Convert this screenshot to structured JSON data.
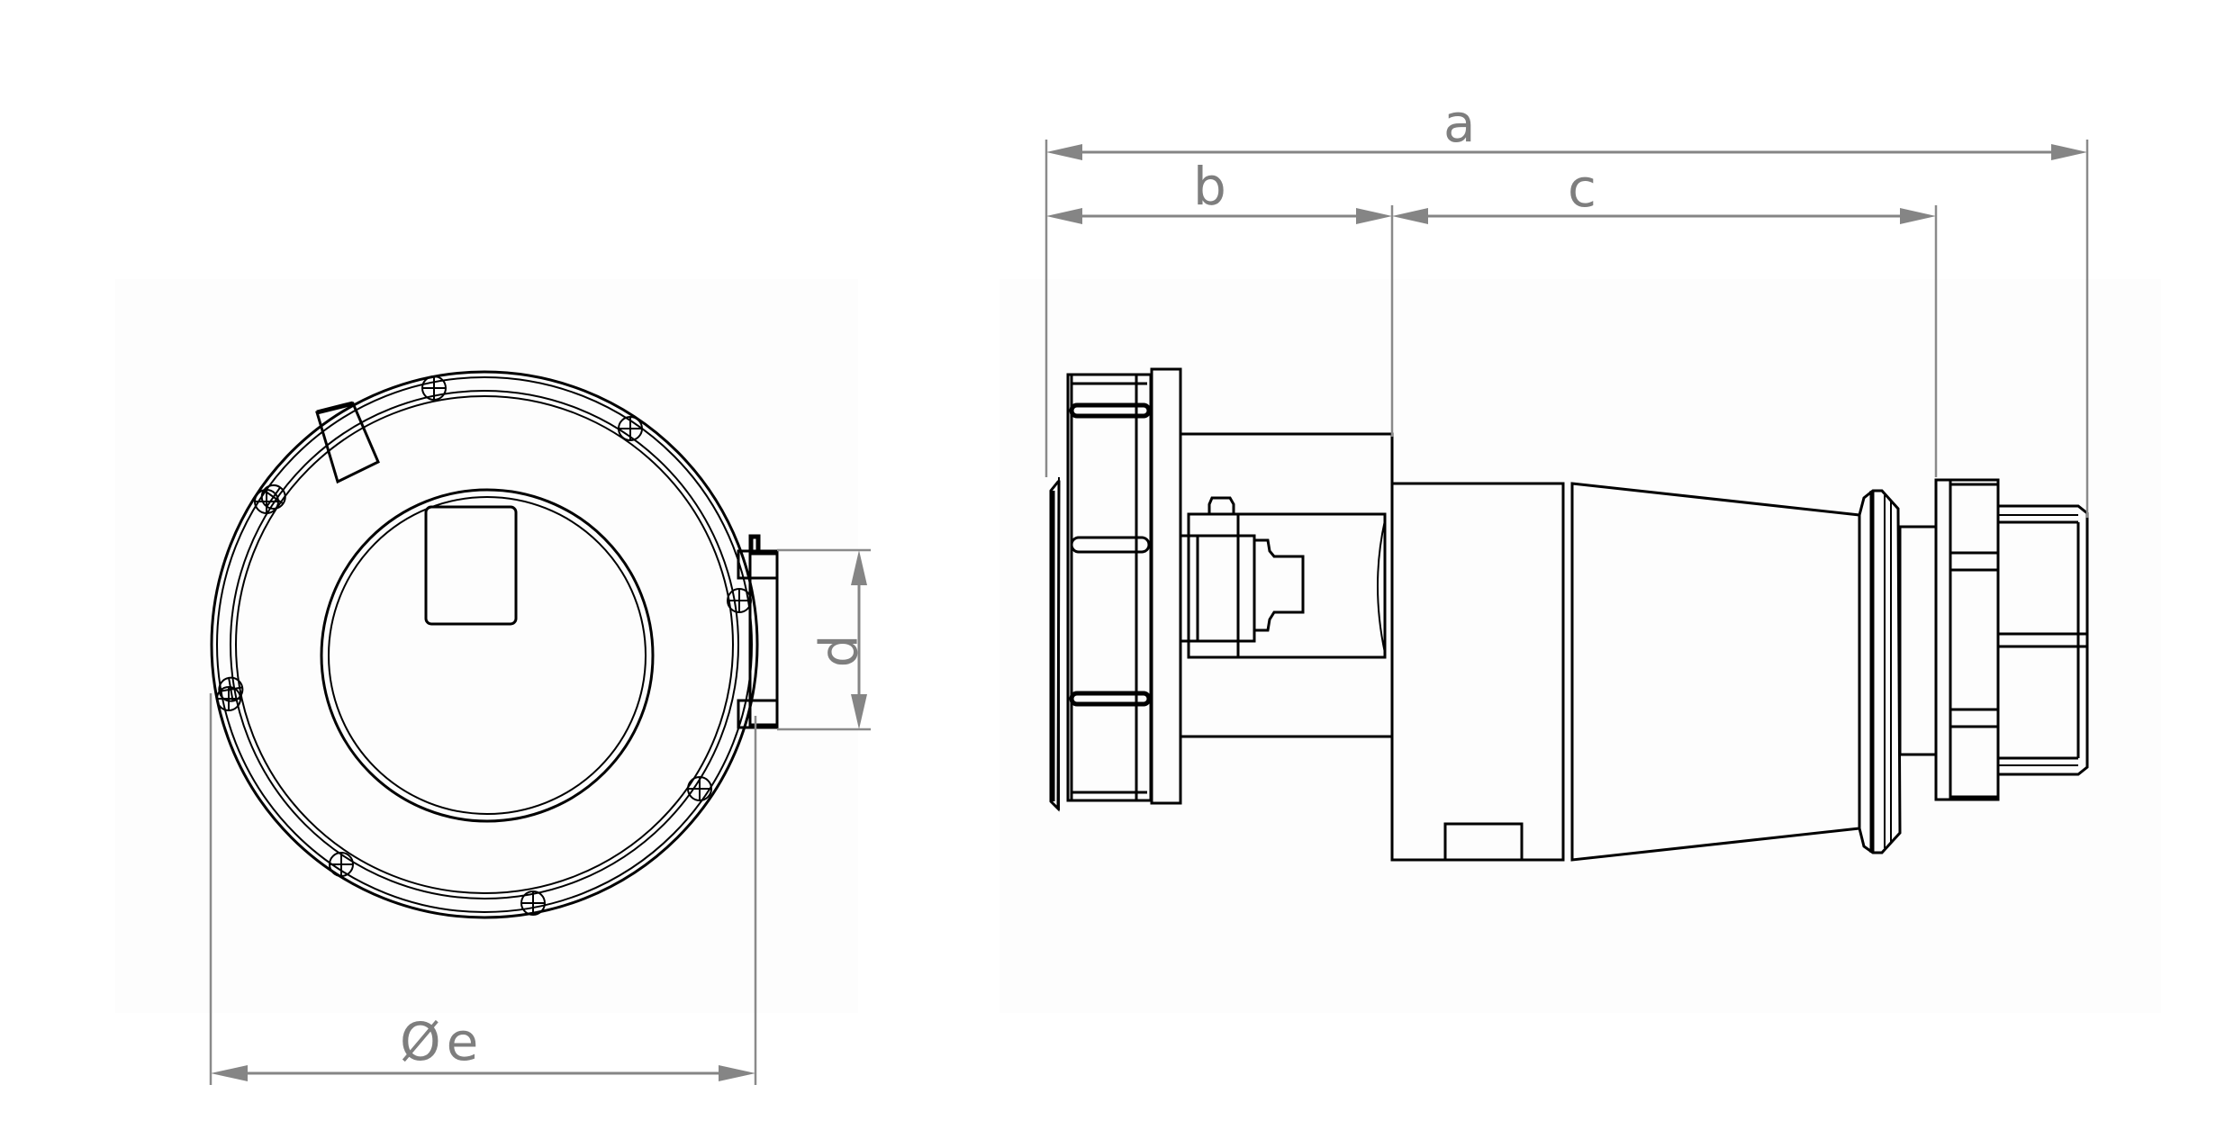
{
  "drawing": {
    "type": "technical-dimension-drawing",
    "subject": "industrial socket connector (front view and side view)",
    "line_color": "#000000",
    "dimension_color": "#858585",
    "background": "#ffffff"
  },
  "views": {
    "front": {
      "name": "front-view",
      "shape": "circular flange with 8 screws, central round face with rectangular socket insert"
    },
    "side": {
      "name": "side-view",
      "shape": "flange nut, body, tapered sleeve, cable gland"
    }
  },
  "dimensions": {
    "a": {
      "label": "a",
      "axis": "horizontal",
      "desc": "overall length"
    },
    "b": {
      "label": "b",
      "axis": "horizontal",
      "desc": "flange to mounting face"
    },
    "c": {
      "label": "c",
      "axis": "horizontal",
      "desc": "body to gland"
    },
    "d": {
      "label": "d",
      "axis": "vertical",
      "desc": "side box height"
    },
    "e": {
      "label": "e",
      "prefix": "Ø",
      "axis": "horizontal",
      "desc": "outer diameter"
    }
  }
}
